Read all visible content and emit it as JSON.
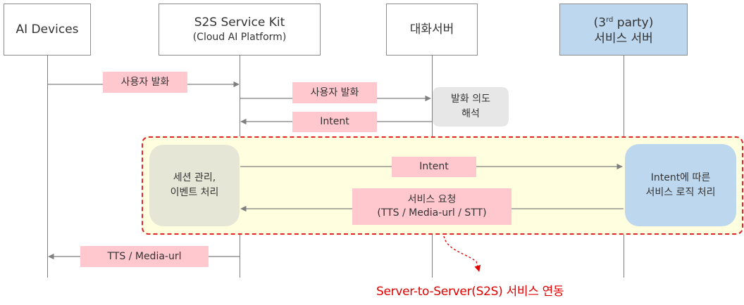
{
  "participants": {
    "ai_devices": {
      "title": "AI Devices"
    },
    "s2s_kit": {
      "title": "S2S Service Kit",
      "subtitle": "(Cloud AI Platform)"
    },
    "dialog_server": {
      "title": "대화서버"
    },
    "third_party": {
      "title_pre": "(3",
      "title_sup": "rd",
      "title_post": " party)",
      "subtitle": "서비스 서버"
    }
  },
  "messages": {
    "m1": "사용자 발화",
    "m2": "사용자 발화",
    "m3": "Intent",
    "m4": "Intent",
    "m5_line1": "서비스 요청",
    "m5_line2": "(TTS / Media-url / STT)",
    "m6": "TTS / Media-url"
  },
  "process_boxes": {
    "intent_analysis": {
      "line1": "발화 의도",
      "line2": "해석"
    },
    "session_mgmt": {
      "line1": "세션 관리,",
      "line2": "이벤트 처리"
    },
    "service_logic": {
      "line1": "Intent에 따른",
      "line2": "서비스 로직 처리"
    }
  },
  "caption": "Server-to-Server(S2S) 서비스 연동",
  "colors": {
    "message_label_bg": "#ffc7ce",
    "gray_box": "#e7e7e7",
    "session_box": "#e6e6d6",
    "service_box": "#bdd7ee",
    "highlight_region": "#ffffe0",
    "dashed_border": "#e0242a",
    "caption_red": "#e00000"
  }
}
